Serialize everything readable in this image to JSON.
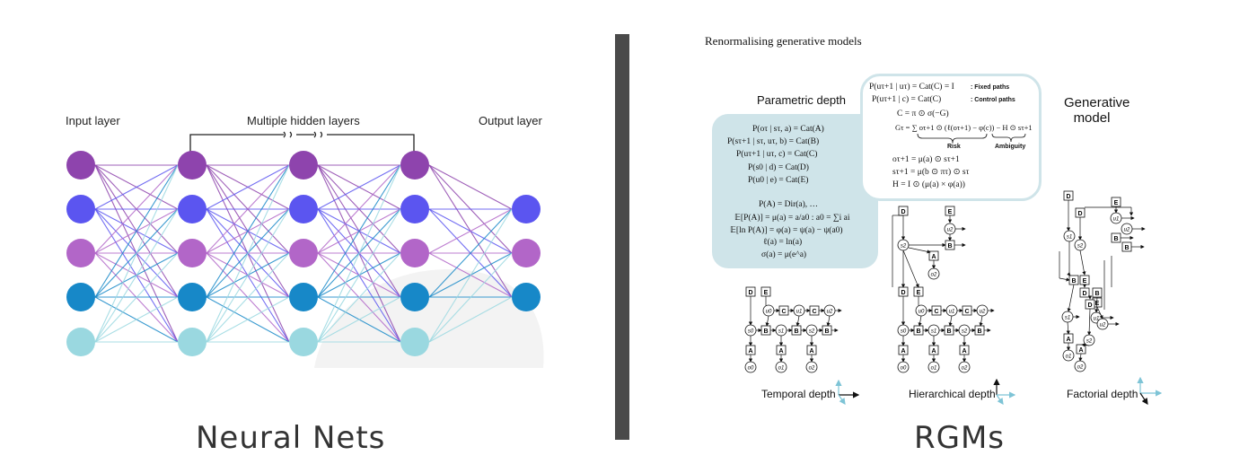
{
  "neural_nets": {
    "input_label": "Input layer",
    "hidden_label": "Multiple hidden layers",
    "output_label": "Output layer",
    "caption": "Neural Nets",
    "node_colors": [
      "#8e44ad",
      "#5b55f0",
      "#b266c8",
      "#1788c8",
      "#9ad8e0"
    ]
  },
  "rgm": {
    "title": "Renormalising  generative models",
    "parametric_label": "Parametric depth",
    "generative_label_1": "Generative",
    "generative_label_2": "model",
    "caption": "RGMs",
    "parametric_equations": [
      "P(oτ | sτ, a) = Cat(A)",
      "P(sτ+1 | sτ, uτ, b) = Cat(B)",
      "P(uτ+1 | uτ, c) = Cat(C)",
      "P(s0 | d) = Cat(D)",
      "P(u0 | e) = Cat(E)",
      "P(A) = Dir(a),  …",
      "𝔼[P(A)] = μ(a) = a/a0 : a0 = ∑i ai",
      "𝔼[ln P(A)] = φ(a) = ψ(a) − ψ(a0)",
      "ℓ(a) = ln(a)",
      "σ(a) = μ(e^a)"
    ],
    "path_equations": [
      "P(uτ+1 | uτ) = Cat(C) = I",
      "P(uτ+1 | c) = Cat(C)",
      "C = π ⊙ σ(−G)",
      "Gτ = ∑ oτ+1 ⊙ (ℓ(oτ+1) − φ(c)) − H ⊙ sτ+1"
    ],
    "fixed_paths": ": Fixed paths",
    "control_paths": ": Control paths",
    "risk_label": "Risk",
    "ambiguity_label": "Ambiguity",
    "update_equations": [
      "oτ+1 = μ(a) ⊙ sτ+1",
      "sτ+1 = μ(b ⊙ πτ) ⊙ sτ",
      "H = I ⊙ (μ(a) × φ(a))"
    ],
    "temporal_label": "Temporal depth",
    "hierarchical_label": "Hierarchical depth",
    "factorial_label": "Factorial depth"
  }
}
